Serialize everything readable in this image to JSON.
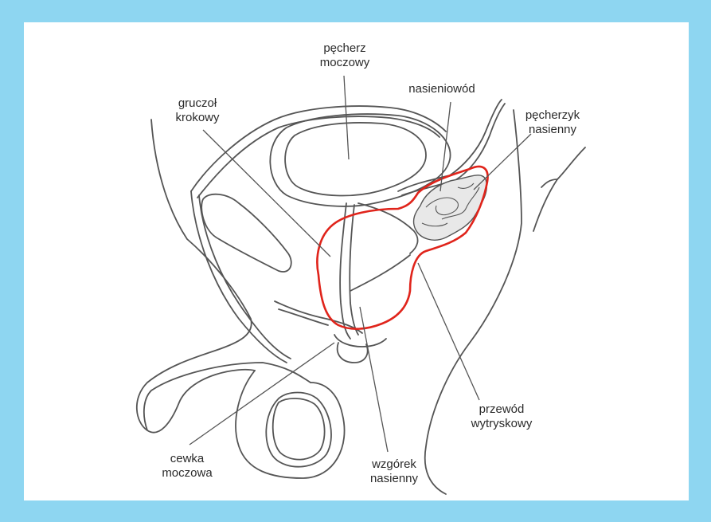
{
  "labels": {
    "bladder": "pęcherz\nmoczowy",
    "prostate": "gruczoł\nkrokowy",
    "vas_deferens": "nasieniowód",
    "seminal_vesicle": "pęcherzyk\nnasienny",
    "ejaculatory_duct": "przewód\nwytryskowy",
    "urethra": "cewka\nmoczowa",
    "colliculus": "wzgórek\nnasienny"
  },
  "colors": {
    "frame": "#8ed6f1",
    "panel": "#ffffff",
    "outline": "#555555",
    "highlight": "#e0241b",
    "text": "#2a2a2a"
  }
}
